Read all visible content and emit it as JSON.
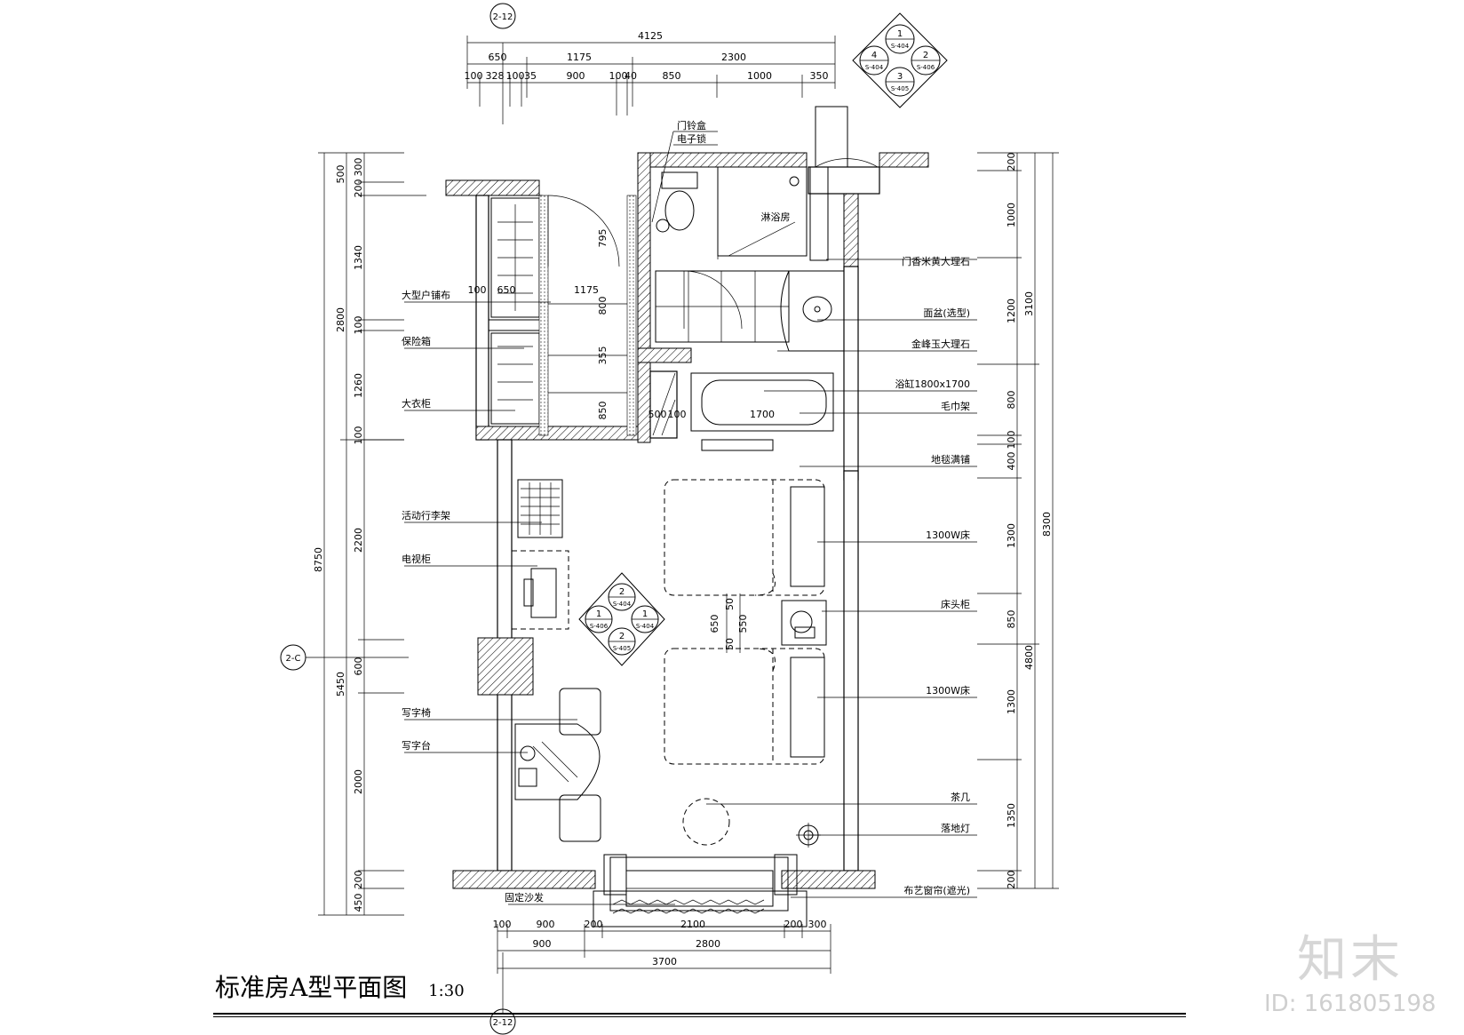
{
  "drawing": {
    "title": "标准房A型平面图",
    "scale": "1:30"
  },
  "grid_labels": {
    "top": "2-12",
    "bottom": "2-12",
    "left": "2-C"
  },
  "top_dims": {
    "overall": "4125",
    "row2": [
      "650",
      "1175",
      "2300"
    ],
    "row3": [
      "100",
      "328",
      "100",
      "35",
      "900",
      "100",
      "40",
      "850",
      "1000",
      "350"
    ]
  },
  "bottom_dims": {
    "row1": [
      "100",
      "900",
      "200",
      "2100",
      "200",
      "300"
    ],
    "row2": [
      "900",
      "2800"
    ],
    "row3": "3700"
  },
  "left_dims": {
    "outer": [
      "8750",
      "5450"
    ],
    "upper": [
      "500",
      "2800"
    ],
    "inner": [
      "300",
      "200",
      "1340",
      "100",
      "1260",
      "100",
      "2200",
      "600",
      "2000",
      "200",
      "450"
    ]
  },
  "right_dims": {
    "outer": [
      "3100",
      "8300",
      "4800"
    ],
    "inner": [
      "200",
      "1000",
      "1200",
      "800",
      "100",
      "400",
      "1300",
      "850",
      "1300",
      "1350",
      "200"
    ]
  },
  "inner_dims": [
    "795",
    "800",
    "355",
    "850",
    "1175",
    "100",
    "650",
    "500",
    "100",
    "1700",
    "50",
    "550",
    "50",
    "650"
  ],
  "left_labels": [
    "大型户铺布",
    "保险箱",
    "大衣柜",
    "活动行李架",
    "电视柜",
    "写字椅",
    "写字台"
  ],
  "right_labels": [
    "门香米黄大理石",
    "面盆(选型)",
    "金峰玉大理石",
    "浴缸1800x1700",
    "毛巾架",
    "地毯满铺",
    "1300W床",
    "床头柜",
    "1300W床",
    "茶几",
    "落地灯",
    "布艺窗帘(遮光)"
  ],
  "top_labels": [
    "门铃盒",
    "电子锁"
  ],
  "bottom_labels": [
    "固定沙发"
  ],
  "room_labels": [
    "淋浴房"
  ],
  "elevation_keys": {
    "top": {
      "numbers": [
        "1",
        "2",
        "3",
        "4"
      ],
      "refs": [
        "S-404",
        "S-406",
        "S-405",
        "S-404"
      ]
    },
    "center": {
      "numbers": [
        "2",
        "1",
        "1",
        "2"
      ],
      "refs": [
        "S-404",
        "S-404",
        "S-406",
        "S-405"
      ]
    }
  },
  "watermark": {
    "logo": "知末",
    "id": "ID: 161805198"
  }
}
